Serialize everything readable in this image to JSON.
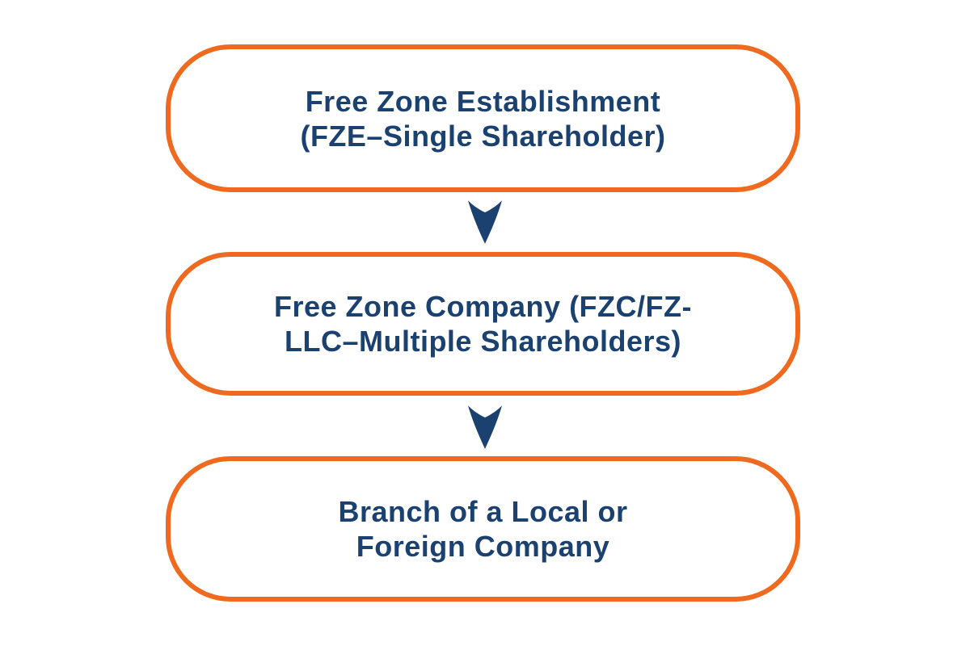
{
  "colors": {
    "accent_orange": "#EF6A1F",
    "text_navy": "#1B4170",
    "background": "#FFFFFF"
  },
  "nodes": [
    {
      "id": "free-zone-establishment",
      "lines": [
        "Free Zone Establishment",
        "(FZE–Single Shareholder)"
      ]
    },
    {
      "id": "free-zone-company",
      "lines": [
        "Free Zone Company (FZC/FZ-",
        "LLC–Multiple Shareholders)"
      ]
    },
    {
      "id": "branch-company",
      "lines": [
        "Branch of a Local or",
        "Foreign Company"
      ]
    }
  ],
  "connectors": [
    {
      "icon": "arrow-down-icon"
    },
    {
      "icon": "arrow-down-icon"
    }
  ]
}
